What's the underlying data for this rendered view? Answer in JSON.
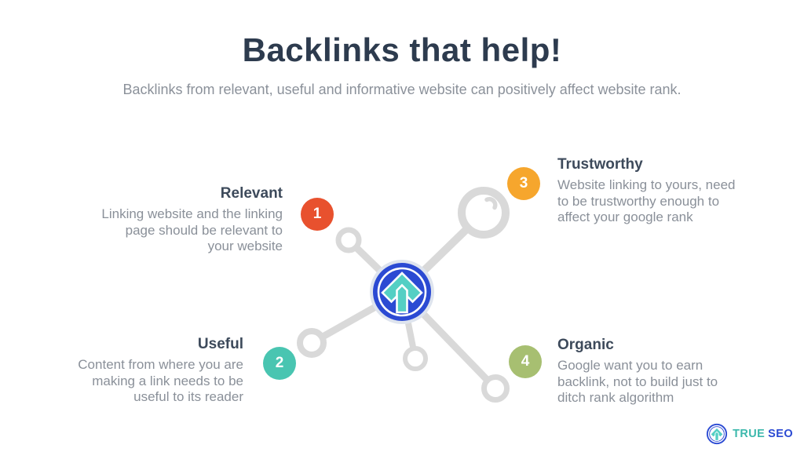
{
  "header": {
    "title": "Backlinks that help!",
    "subtitle": "Backlinks from relevant, useful and informative website can positively affect website rank."
  },
  "items": [
    {
      "number": "1",
      "label": "Relevant",
      "description": "Linking website and the linking\npage should be relevant to\nyour website",
      "color": "#e8512e"
    },
    {
      "number": "2",
      "label": "Useful",
      "description": "Content from where you are\nmaking a link needs to be\nuseful to its reader",
      "color": "#49c5b1"
    },
    {
      "number": "3",
      "label": "Trustworthy",
      "description": "Website linking to yours, need\nto be trustworthy enough to\naffect your google rank",
      "color": "#f6a62d"
    },
    {
      "number": "4",
      "label": "Organic",
      "description": "Google want you to earn\nbacklink, not to build just to\nditch rank algorithm",
      "color": "#a7bf71"
    }
  ],
  "diagram": {
    "hub_icon": "up-arrow-circle-icon",
    "hub_color": "#2b4ad3",
    "arrow_color": "#54cfc4",
    "network_color": "#d9d9d9",
    "hub_halo_color": "#dee4ee"
  },
  "logo": {
    "brand_true": "TRUE",
    "brand_seo": "SEO",
    "true_color": "#3cb8ac",
    "seo_color": "#2b4ad3"
  }
}
